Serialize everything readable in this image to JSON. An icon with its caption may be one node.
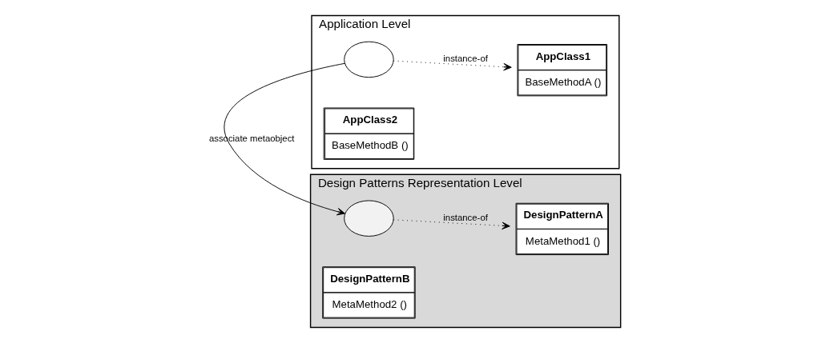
{
  "diagram": {
    "nodes": [
      {
        "text": [
          "Design Patterns Representation Level"
        ]
      },
      {
        "text": [],
        "shape": "circle",
        "in": 0
      },
      {
        "text": [
          "DesignPatternA",
          "MetaMethod1 ()"
        ],
        "in": 0
      },
      {
        "text": [
          "DesignPatternB",
          "MetaMethod2 ()"
        ],
        "in": 0
      },
      {
        "text": [
          "Application Level"
        ]
      },
      {
        "text": [],
        "shape": "circle",
        "in": 4
      },
      {
        "text": [
          "AppClass1",
          "BaseMethodA ()"
        ],
        "in": 4
      },
      {
        "text": [
          "AppClass2",
          "BaseMethodB ()"
        ],
        "in": 4
      }
    ],
    "edges": [
      {
        "from": 1,
        "to": 2,
        "arrow": "to",
        "label": "instance-of",
        "style": "dashed"
      },
      {
        "from": 5,
        "to": 6,
        "arrow": "to",
        "label": "instance-of",
        "style": "dashed"
      },
      {
        "from": 5,
        "to": 1,
        "arrow": "to",
        "label": "associate metaobject"
      }
    ]
  }
}
